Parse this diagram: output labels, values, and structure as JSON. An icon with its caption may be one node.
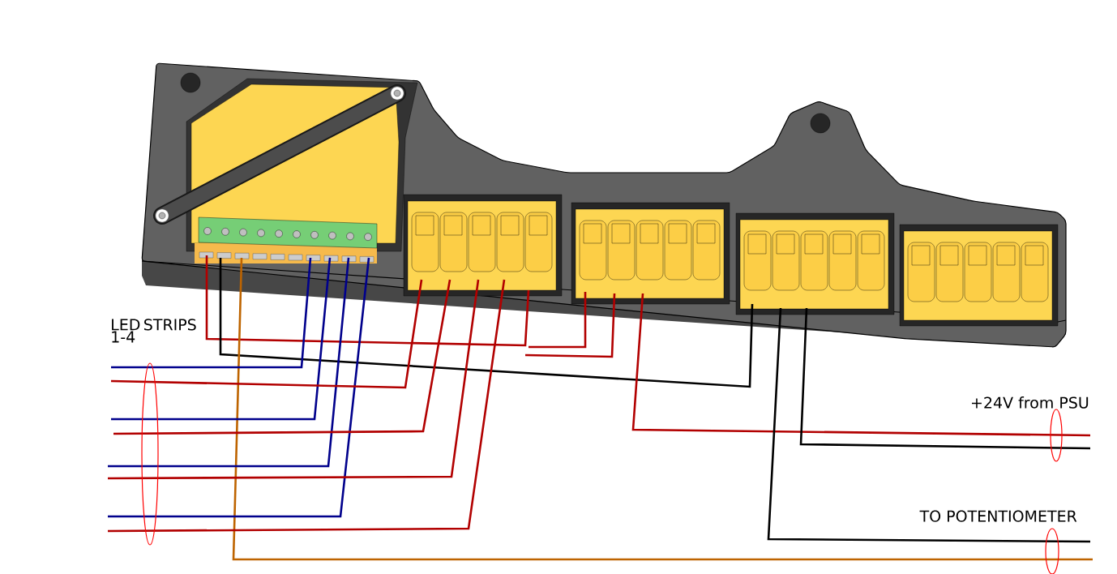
{
  "diagram": {
    "labels": [
      "LED STRIPS 1-4",
      "+24V from PSU",
      "TO POTENTIOMETER"
    ]
  }
}
